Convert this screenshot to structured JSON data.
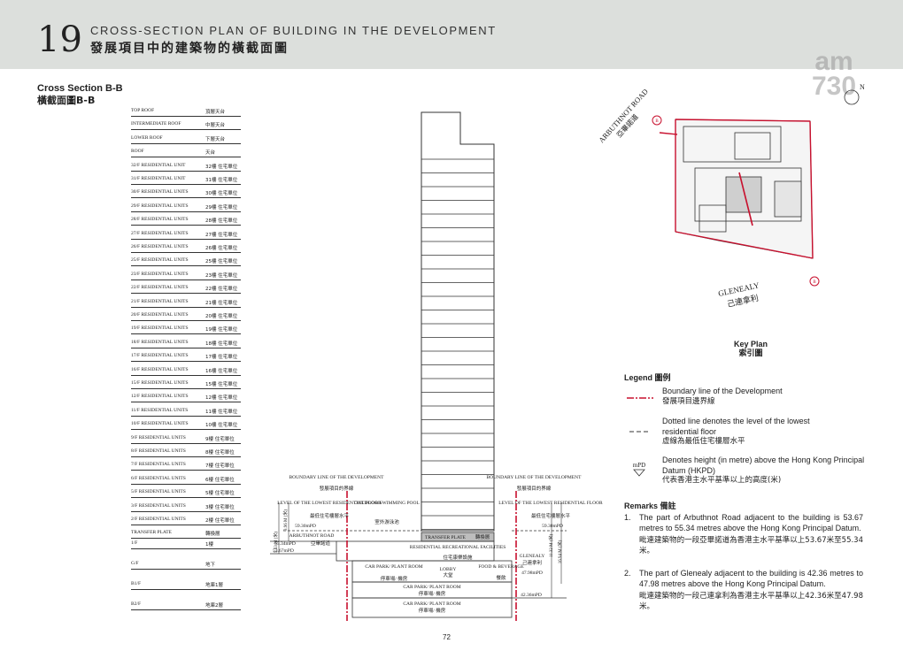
{
  "header": {
    "number": "19",
    "title_en": "CROSS-SECTION PLAN OF BUILDING IN THE DEVELOPMENT",
    "title_zh": "發展項目中的建築物的橫截面圖"
  },
  "section": {
    "title_en": "Cross Section B-B",
    "title_zh": "橫截面圖B-B"
  },
  "floors": [
    {
      "en": "TOP ROOF",
      "zh": "頂層天台"
    },
    {
      "en": "INTERMEDIATE ROOF",
      "zh": "中層天台"
    },
    {
      "en": "LOWER ROOF",
      "zh": "下層天台"
    },
    {
      "en": "ROOF",
      "zh": "天台"
    },
    {
      "en": "32/F RESIDENTIAL UNIT",
      "zh": "32樓 住宅單位"
    },
    {
      "en": "31/F RESIDENTIAL UNIT",
      "zh": "31樓 住宅單位"
    },
    {
      "en": "30/F RESIDENTIAL UNITS",
      "zh": "30樓 住宅單位"
    },
    {
      "en": "29/F RESIDENTIAL UNITS",
      "zh": "29樓 住宅單位"
    },
    {
      "en": "28/F RESIDENTIAL UNITS",
      "zh": "28樓 住宅單位"
    },
    {
      "en": "27/F RESIDENTIAL UNITS",
      "zh": "27樓 住宅單位"
    },
    {
      "en": "26/F RESIDENTIAL UNITS",
      "zh": "26樓 住宅單位"
    },
    {
      "en": "25/F RESIDENTIAL UNITS",
      "zh": "25樓 住宅單位"
    },
    {
      "en": "23/F RESIDENTIAL UNITS",
      "zh": "23樓 住宅單位"
    },
    {
      "en": "22/F RESIDENTIAL UNITS",
      "zh": "22樓 住宅單位"
    },
    {
      "en": "21/F RESIDENTIAL UNITS",
      "zh": "21樓 住宅單位"
    },
    {
      "en": "20/F RESIDENTIAL UNITS",
      "zh": "20樓 住宅單位"
    },
    {
      "en": "19/F RESIDENTIAL UNITS",
      "zh": "19樓 住宅單位"
    },
    {
      "en": "18/F RESIDENTIAL UNITS",
      "zh": "18樓 住宅單位"
    },
    {
      "en": "17/F RESIDENTIAL UNITS",
      "zh": "17樓 住宅單位"
    },
    {
      "en": "16/F RESIDENTIAL UNITS",
      "zh": "16樓 住宅單位"
    },
    {
      "en": "15/F RESIDENTIAL UNITS",
      "zh": "15樓 住宅單位"
    },
    {
      "en": "12/F RESIDENTIAL UNITS",
      "zh": "12樓 住宅單位"
    },
    {
      "en": "11/F RESIDENTIAL UNITS",
      "zh": "11樓 住宅單位"
    },
    {
      "en": "10/F RESIDENTIAL UNITS",
      "zh": "10樓 住宅單位"
    },
    {
      "en": "9/F RESIDENTIAL UNITS",
      "zh": "9樓 住宅單位"
    },
    {
      "en": "8/F RESIDENTIAL UNITS",
      "zh": "8樓 住宅單位"
    },
    {
      "en": "7/F RESIDENTIAL UNITS",
      "zh": "7樓 住宅單位"
    },
    {
      "en": "6/F RESIDENTIAL UNITS",
      "zh": "6樓 住宅單位"
    },
    {
      "en": "5/F RESIDENTIAL UNITS",
      "zh": "5樓 住宅單位"
    },
    {
      "en": "3/F RESIDENTIAL UNITS",
      "zh": "3樓 住宅單位"
    },
    {
      "en": "2/F RESIDENTIAL UNITS",
      "zh": "2樓 住宅單位"
    },
    {
      "en": "TRANSFER PLATE",
      "zh": "轉換層"
    },
    {
      "en": "1/F",
      "zh": "1樓"
    },
    {
      "en": "G/F",
      "zh": "地下"
    },
    {
      "en": "B1/F",
      "zh": "地庫1層"
    },
    {
      "en": "B2/F",
      "zh": "地庫2層"
    }
  ],
  "section_labels": {
    "boundary_left": "BOUNDARY LINE OF THE DEVELOPMENT",
    "boundary_left_zh": "發展項目的界線",
    "boundary_right": "BOUNDARY LINE OF THE DEVELOPMENT",
    "boundary_right_zh": "發展項目的界線",
    "lowest_floor_left": "LEVEL OF THE LOWEST RESIDENTIAL FLOOR",
    "lowest_floor_left_zh": "最低住宅樓層水平",
    "lowest_floor_right": "LEVEL OF THE LOWEST RESIDENTIAL FLOOR",
    "lowest_floor_right_zh": "最低住宅樓層水平",
    "mpd_left_top": "59.30mPD",
    "mpd_right_top": "59.30mPD",
    "arbuthnot_road": "ARBUTHNOT ROAD",
    "arbuthnot_road_zh": "亞畢諾道",
    "mpd_arbuthnot_1": "55.34mPD",
    "mpd_arbuthnot_2": "53.67mPD",
    "dim_left_1": "3.96 M (米)",
    "dim_left_2": "5.63 M (米)",
    "pool": "OUTDOOR SWIMMING POOL",
    "pool_zh": "室外游泳池",
    "transfer_plate": "TRANSFER PLATE",
    "transfer_plate_zh": "轉換層",
    "rec": "RESIDENTIAL RECREATIONAL FACILITIES",
    "rec_zh": "住宅康樂設施",
    "carpark_1": "CAR PARK/ PLANT ROOM",
    "carpark_1_zh": "停車場/ 機房",
    "lobby": "LOBBY",
    "lobby_zh": "大堂",
    "fnb": "FOOD & BEVERAGE",
    "fnb_zh": "餐飲",
    "carpark_2": "CAR PARK/ PLANT ROOM",
    "carpark_2_zh": "停車場/ 機房",
    "carpark_3": "CAR PARK/ PLANT ROOM",
    "carpark_3_zh": "停車場/ 機房",
    "glenealy": "GLENEALY",
    "glenealy_zh": "己連拿利",
    "mpd_glenealy_1": "47.98mPD",
    "mpd_glenealy_2": "42.36mPD",
    "dim_right_1": "11.32 M (米)",
    "dim_right_2": "16.94 M (米)"
  },
  "keyplan": {
    "road1": "ARBUTHNOT ROAD",
    "road1_zh": "亞畢諾道",
    "road2": "GLENEALY",
    "road2_zh": "己連拿利",
    "marker": "B",
    "north": "N",
    "title_en": "Key Plan",
    "title_zh": "索引圖"
  },
  "legend": {
    "title": "Legend 圖例",
    "items": [
      {
        "en": "Boundary line of the Development",
        "zh": "發展項目邊界線"
      },
      {
        "en": "Dotted line denotes the level of the lowest residential floor",
        "zh": "虛線為最低住宅樓層水平"
      },
      {
        "en": "Denotes height (in metre) above the Hong Kong Principal Datum (HKPD)",
        "zh": "代表香港主水平基準以上的高度(米)"
      }
    ],
    "mpd_symbol": "mPD"
  },
  "remarks": {
    "title": "Remarks 備註",
    "items": [
      {
        "num": "1.",
        "en": "The part of Arbuthnot Road adjacent to the building is 53.67 metres to 55.34 metres above the Hong Kong Principal Datum.",
        "zh": "毗連建築物的一段亞畢諾道為香港主水平基準以上53.67米至55.34米。"
      },
      {
        "num": "2.",
        "en": "The part of Glenealy adjacent to the building is 42.36 metres to 47.98 metres above the Hong Kong Principal Datum.",
        "zh": "毗連建築物的一段己連拿利為香港主水平基準以上42.36米至47.98米。"
      }
    ]
  },
  "watermark": "am 730",
  "page_number": "72",
  "colors": {
    "header_bg": "#dcdfdc",
    "boundary_red": "#c8102e",
    "line": "#333333"
  }
}
